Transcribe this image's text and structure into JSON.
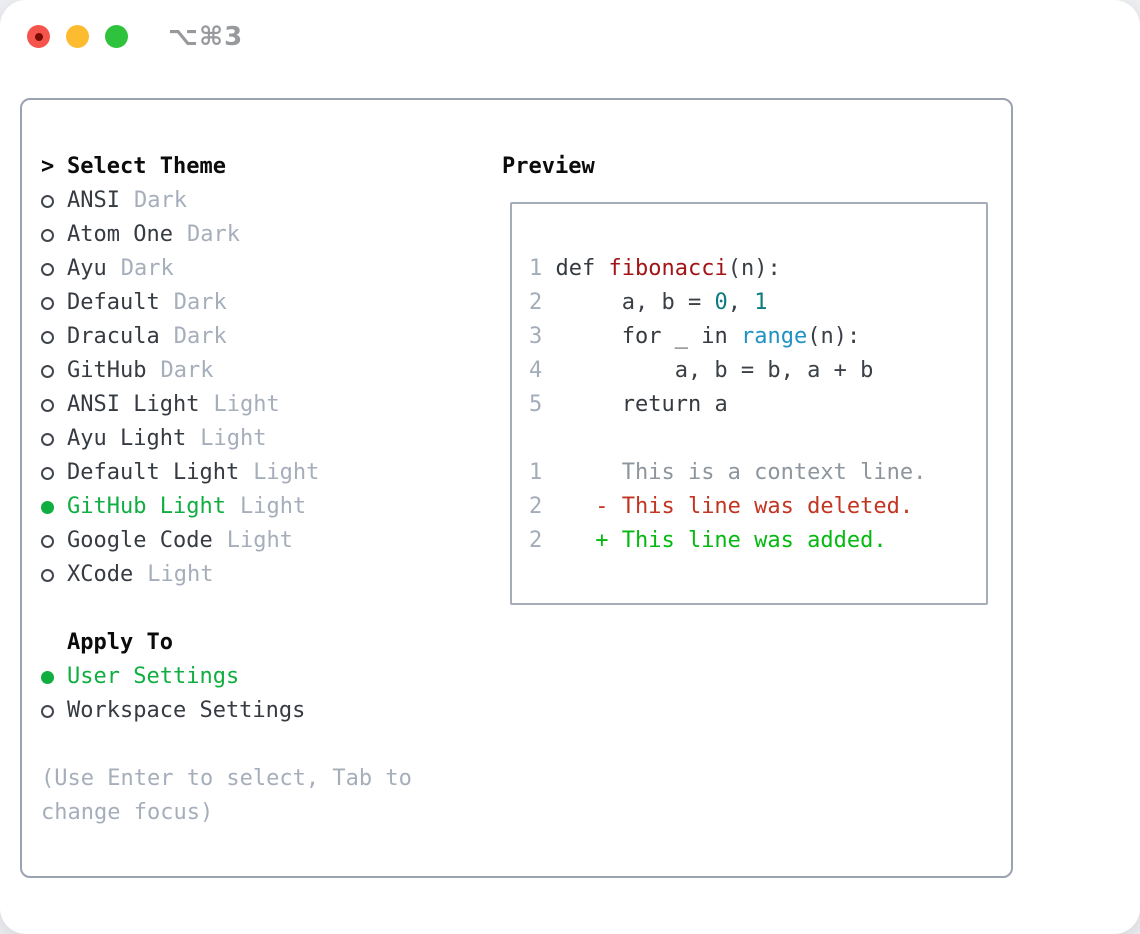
{
  "window": {
    "title_shortcut": "⌥⌘3",
    "traffic_lights": [
      {
        "name": "close",
        "color": "#f5544d",
        "has_unsaved_dot": true,
        "dot_color": "#7a0c06"
      },
      {
        "name": "minimize",
        "color": "#fdbc2f"
      },
      {
        "name": "zoom",
        "color": "#2fc23d"
      }
    ]
  },
  "colors": {
    "selection_green": "#10ae41",
    "added_green": "#06b912",
    "deleted_red": "#c23522",
    "function_red": "#a11517",
    "number_teal": "#0c7b80",
    "builtin_blue": "#2191c4",
    "context_gray": "#8d959d",
    "line_number_gray": "#a3acb9",
    "tag_gray": "#a6aebb",
    "text_dark": "#363b42",
    "panel_border": "#9aa3af",
    "preview_border": "#a5adb8"
  },
  "theme_panel": {
    "header_prefix": ">",
    "header": "Select Theme",
    "themes": [
      {
        "name": "ANSI",
        "variant": "Dark",
        "selected": false
      },
      {
        "name": "Atom One",
        "variant": "Dark",
        "selected": false
      },
      {
        "name": "Ayu",
        "variant": "Dark",
        "selected": false
      },
      {
        "name": "Default",
        "variant": "Dark",
        "selected": false
      },
      {
        "name": "Dracula",
        "variant": "Dark",
        "selected": false
      },
      {
        "name": "GitHub",
        "variant": "Dark",
        "selected": false
      },
      {
        "name": "ANSI Light",
        "variant": "Light",
        "selected": false
      },
      {
        "name": "Ayu Light",
        "variant": "Light",
        "selected": false
      },
      {
        "name": "Default Light",
        "variant": "Light",
        "selected": false
      },
      {
        "name": "GitHub Light",
        "variant": "Light",
        "selected": true
      },
      {
        "name": "Google Code",
        "variant": "Light",
        "selected": false
      },
      {
        "name": "XCode",
        "variant": "Light",
        "selected": false
      }
    ],
    "apply_header": "Apply To",
    "apply_options": [
      {
        "label": "User Settings",
        "selected": true
      },
      {
        "label": "Workspace Settings",
        "selected": false
      }
    ],
    "hint": "(Use Enter to select, Tab to change focus)"
  },
  "preview": {
    "header": "Preview",
    "rows": [
      {
        "segments": []
      },
      {
        "segments": [
          {
            "t": "1",
            "c": "ln"
          },
          {
            "t": " ",
            "c": "pl"
          },
          {
            "t": "def ",
            "c": "kw"
          },
          {
            "t": "fibonacci",
            "c": "fn"
          },
          {
            "t": "(n):",
            "c": "pl"
          }
        ]
      },
      {
        "segments": [
          {
            "t": "2",
            "c": "ln"
          },
          {
            "t": "      a, b = ",
            "c": "pl"
          },
          {
            "t": "0",
            "c": "lit"
          },
          {
            "t": ", ",
            "c": "pl"
          },
          {
            "t": "1",
            "c": "lit"
          }
        ]
      },
      {
        "segments": [
          {
            "t": "3",
            "c": "ln"
          },
          {
            "t": "      ",
            "c": "pl"
          },
          {
            "t": "for",
            "c": "kw"
          },
          {
            "t": " _ ",
            "c": "pl"
          },
          {
            "t": "in",
            "c": "kw"
          },
          {
            "t": " ",
            "c": "pl"
          },
          {
            "t": "range",
            "c": "bi"
          },
          {
            "t": "(n):",
            "c": "pl"
          }
        ]
      },
      {
        "segments": [
          {
            "t": "4",
            "c": "ln"
          },
          {
            "t": "          a, b = b, a + b",
            "c": "pl"
          }
        ]
      },
      {
        "segments": [
          {
            "t": "5",
            "c": "ln"
          },
          {
            "t": "      ",
            "c": "pl"
          },
          {
            "t": "return",
            "c": "kw"
          },
          {
            "t": " a",
            "c": "pl"
          }
        ]
      },
      {
        "segments": []
      },
      {
        "segments": [
          {
            "t": "1",
            "c": "ln"
          },
          {
            "t": "      This is a context line.",
            "c": "ctx"
          }
        ]
      },
      {
        "segments": [
          {
            "t": "2",
            "c": "ln"
          },
          {
            "t": "    - This line was deleted.",
            "c": "del"
          }
        ]
      },
      {
        "segments": [
          {
            "t": "2",
            "c": "ln"
          },
          {
            "t": "    + This line was added.",
            "c": "add"
          }
        ]
      },
      {
        "segments": []
      }
    ]
  }
}
